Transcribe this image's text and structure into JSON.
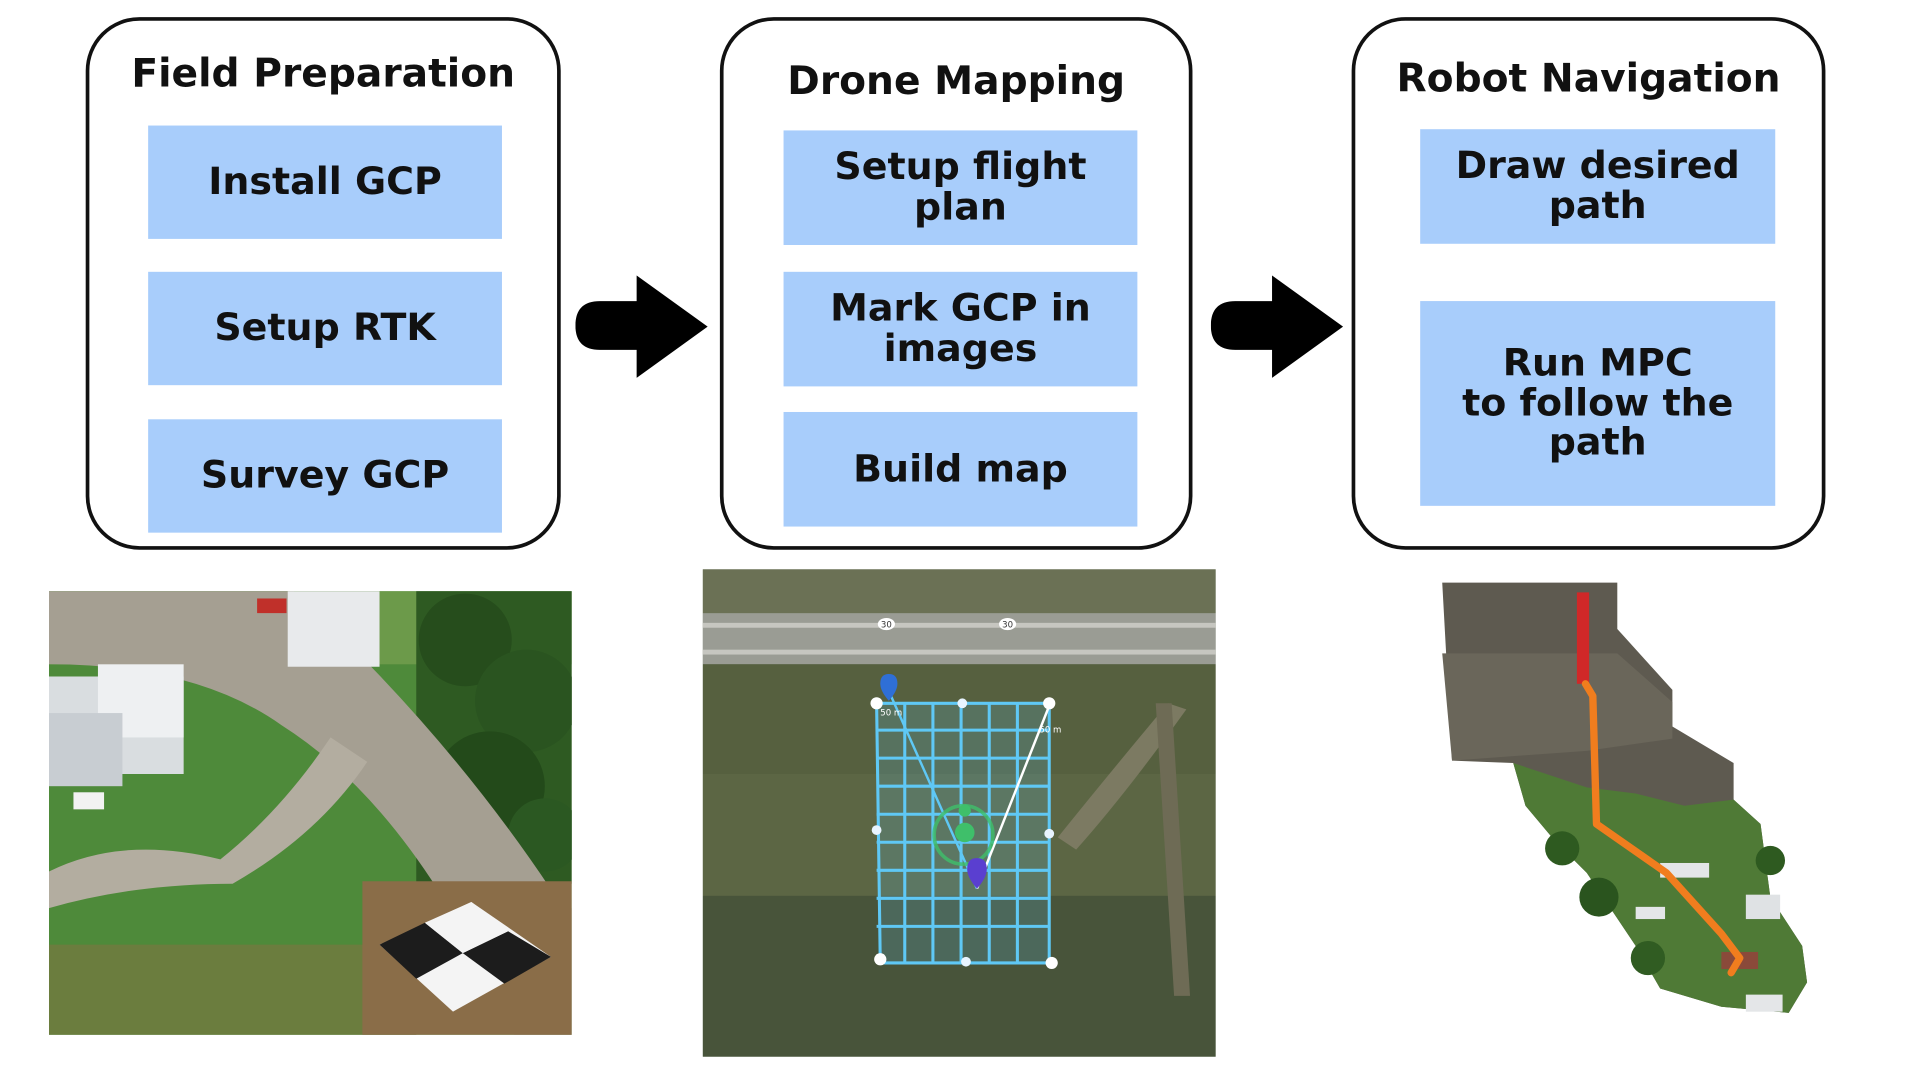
{
  "panels": [
    {
      "title": "Field Preparation",
      "steps": [
        "Install GCP",
        "Setup RTK",
        "Survey GCP"
      ]
    },
    {
      "title": "Drone Mapping",
      "steps": [
        "Setup flight plan",
        "Mark GCP in\nimages",
        "Build map"
      ]
    },
    {
      "title": "Robot Navigation",
      "steps": [
        "Draw desired\npath",
        "Run MPC\nto follow the\npath"
      ]
    }
  ],
  "map_labels": {
    "route_sign_1": "30",
    "route_sign_2": "30",
    "distance_left": "50 m",
    "distance_right": "50 m"
  },
  "colors": {
    "step_fill": "#a8cdfb",
    "panel_border": "#111111",
    "arrow": "#000000",
    "flight_grid": "#5fc8f5",
    "planned_path": "#f07d1e"
  }
}
